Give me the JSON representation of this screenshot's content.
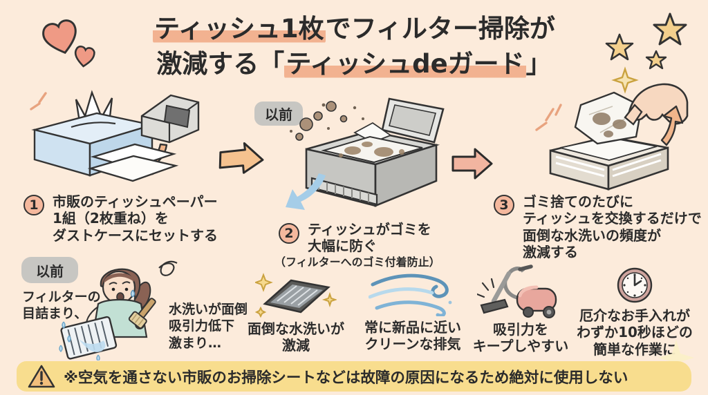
{
  "colors": {
    "background": "#fcebdb",
    "text": "#2b2b2b",
    "highlight": "#f0a47e",
    "step_circle": "#f5b89d",
    "arrow_orange": "#f5c28f",
    "arrow_pink": "#f2b5a0",
    "arrow_blue": "#a5cde8",
    "badge_gray": "#c7c6c2",
    "warning_band": "#f8dd8e",
    "warning_triangle": "#f2bf7c"
  },
  "title": {
    "line1": {
      "highlight": "ティッシュ1枚",
      "rest": "でフィルター掃除が"
    },
    "line2": {
      "prefix": "激減する「",
      "highlight": "ティッシュdeガード",
      "suffix": "」"
    }
  },
  "before_badge_top": "以前",
  "steps": [
    {
      "number": "1",
      "lines": [
        "市販のティッシュペーパー",
        "1組（2枚重ね）を",
        "ダストケースにセットする"
      ]
    },
    {
      "number": "2",
      "lines": [
        "ティッシュがゴミを",
        "大幅に防ぐ"
      ],
      "note": "（フィルターへのゴミ付着防止）"
    },
    {
      "number": "3",
      "lines": [
        "ゴミ捨てのたびに",
        "ティッシュを交換するだけで",
        "面倒な水洗いの頻度が",
        "激減する"
      ]
    }
  ],
  "before_section": {
    "badge": "以前",
    "left_lines": [
      "フィルターの",
      "目詰まり、"
    ],
    "right_lines": [
      "水洗いが面倒",
      "吸引力低下",
      "激まり…"
    ]
  },
  "benefits": [
    {
      "icon": "filter-sparkle-icon",
      "lines": [
        "面倒な水洗いが",
        "激減"
      ]
    },
    {
      "icon": "clean-air-icon",
      "lines": [
        "常に新品に近い",
        "クリーンな排気"
      ]
    },
    {
      "icon": "vacuum-cleaner-icon",
      "lines": [
        "吸引力を",
        "キープしやすい"
      ]
    },
    {
      "icon": "clock-icon",
      "lines": [
        "厄介なお手入れが",
        "わずか10秒ほどの",
        "簡単な作業に"
      ]
    }
  ],
  "warning": {
    "icon": "warning-triangle-icon",
    "text": "※空気を通さない市販のお掃除シートなどは故障の原因になるため絶対に使用しない"
  }
}
